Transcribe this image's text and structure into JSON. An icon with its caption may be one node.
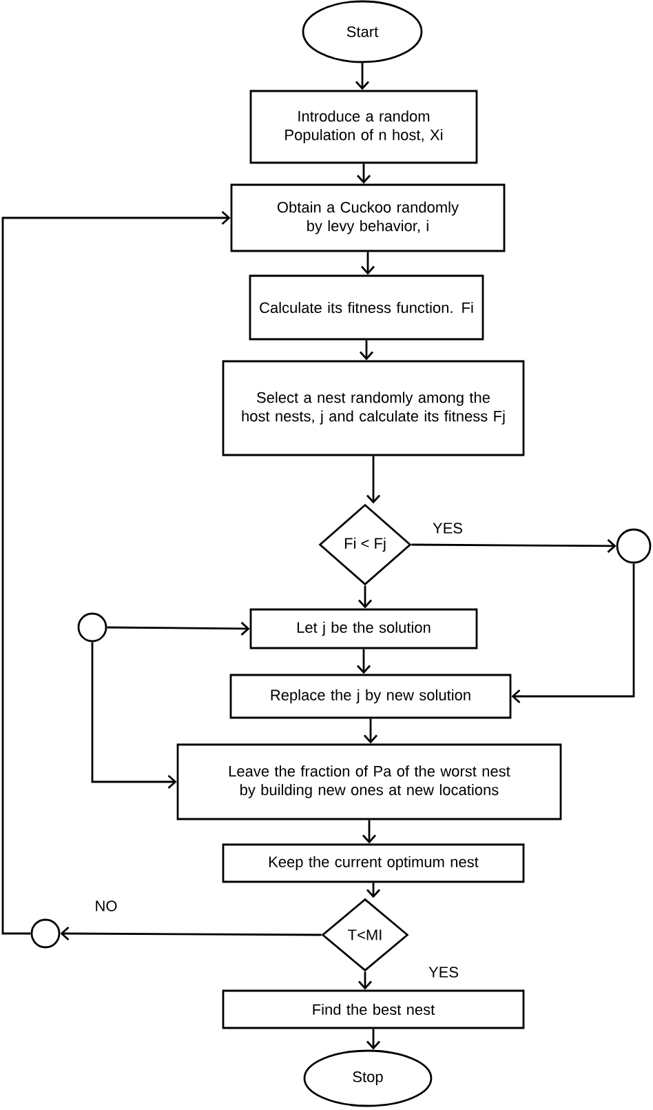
{
  "diagram": {
    "nodes": [
      {
        "text": [
          "Start"
        ]
      },
      {
        "text": [
          "Introduce a random Population of n host, Xi"
        ]
      },
      {
        "text": [
          "Obtain a Cuckoo randomly by levy behavior, i"
        ]
      },
      {
        "text": [
          "Calculate its fitness function. Fi"
        ]
      },
      {
        "text": [
          "Select a nest randomly among the host nests, j and calculate its fitness Fj"
        ]
      },
      {
        "text": [
          "Fi < Fj"
        ]
      },
      {
        "text": [],
        "shape": "circle"
      },
      {
        "text": [],
        "shape": "circle"
      },
      {
        "text": [
          "Let j be the solution"
        ]
      },
      {
        "text": [
          "Replace the j by new solution"
        ]
      },
      {
        "text": [
          "Leave the fraction of Pa of the worst nest by building new ones at new locations"
        ]
      },
      {
        "text": [
          "Keep the current optimum nest"
        ]
      },
      {
        "text": [
          "T<MI"
        ]
      },
      {
        "text": [],
        "shape": "circle"
      },
      {
        "text": [
          "Find the best nest"
        ]
      },
      {
        "text": [
          "Stop"
        ]
      }
    ],
    "edges": [
      {
        "from": 0,
        "to": 1,
        "arrow": "to"
      },
      {
        "from": 1,
        "to": 2,
        "arrow": "to"
      },
      {
        "from": 2,
        "to": 3,
        "arrow": "to"
      },
      {
        "from": 3,
        "to": 4,
        "arrow": "to"
      },
      {
        "from": 4,
        "to": 5,
        "arrow": "to"
      },
      {
        "from": 5,
        "to": 6,
        "arrow": "to",
        "label": "YES"
      },
      {
        "from": 5,
        "to": 8,
        "arrow": "to"
      },
      {
        "from": 6,
        "to": 9,
        "arrow": "to"
      },
      {
        "from": 7,
        "to": 8,
        "arrow": "to"
      },
      {
        "from": 7,
        "to": 10,
        "arrow": "to"
      },
      {
        "from": 8,
        "to": 9,
        "arrow": "to"
      },
      {
        "from": 9,
        "to": 10,
        "arrow": "to"
      },
      {
        "from": 10,
        "to": 11,
        "arrow": "to"
      },
      {
        "from": 11,
        "to": 12,
        "arrow": "to"
      },
      {
        "from": 12,
        "to": 13,
        "arrow": "to",
        "label": "NO"
      },
      {
        "from": 13,
        "to": 2,
        "arrow": "to"
      },
      {
        "from": 12,
        "to": 14,
        "arrow": "to",
        "label": "YES"
      },
      {
        "from": 14,
        "to": 15,
        "arrow": "to"
      }
    ]
  }
}
